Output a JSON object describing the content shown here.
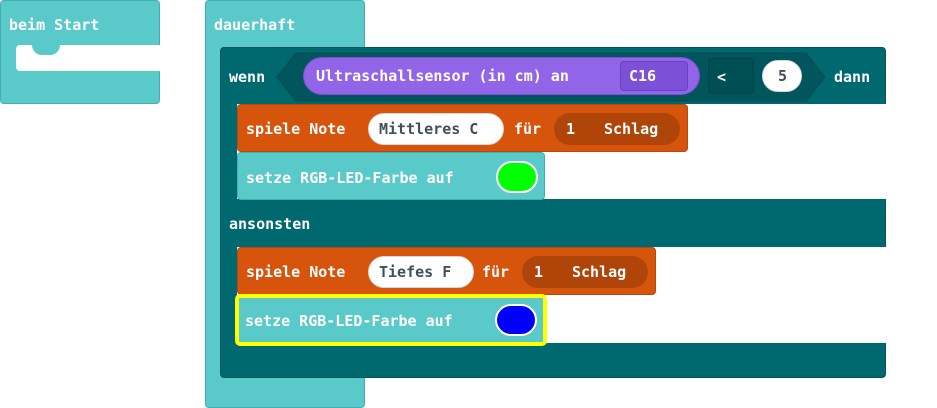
{
  "blocks": {
    "on_start": {
      "label": "beim Start",
      "color": "#59c9c9"
    },
    "forever": {
      "label": "dauerhaft",
      "color": "#59c9c9"
    },
    "if_block": {
      "if_label": "wenn",
      "then_label": "dann",
      "else_label": "ansonsten",
      "color": "#006970",
      "condition": {
        "sensor_label": "Ultraschallsensor (in cm) an",
        "pin": "C16",
        "operator": "<",
        "value": "5",
        "sensor_color": "#9164e8"
      }
    },
    "then_branch": {
      "play_note": {
        "label": "spiele Note",
        "note": "Mittleres C",
        "for_label": "für",
        "beats": "1",
        "beats_unit": "Schlag",
        "color": "#d7540c"
      },
      "set_rgb": {
        "label": "setze RGB-LED-Farbe auf",
        "color_value": "#00ff00",
        "color": "#59c9c9"
      }
    },
    "else_branch": {
      "play_note": {
        "label": "spiele Note",
        "note": "Tiefes F",
        "for_label": "für",
        "beats": "1",
        "beats_unit": "Schlag",
        "color": "#d7540c"
      },
      "set_rgb": {
        "label": "setze RGB-LED-Farbe auf",
        "color_value": "#0000ff",
        "color": "#59c9c9",
        "selected": true,
        "highlight_color": "#ffff00"
      }
    }
  }
}
